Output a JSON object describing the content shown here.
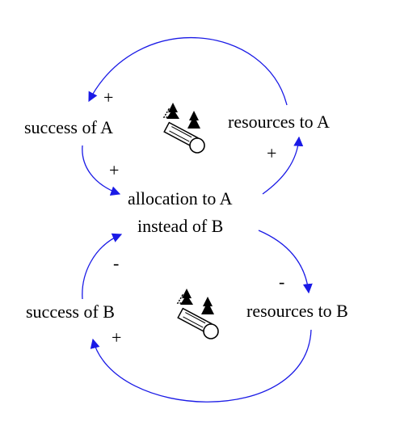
{
  "colors": {
    "link": "#1a1ae6",
    "text": "#000000",
    "background": "#ffffff"
  },
  "nodes": {
    "success_a": "success of A",
    "resources_a": "resources to A",
    "allocation_line1": "allocation to A",
    "allocation_line2": "instead of B",
    "success_b": "success of B",
    "resources_b": "resources to B"
  },
  "polarities": {
    "resources_a_to_success_a": "+",
    "success_a_to_allocation": "+",
    "allocation_to_resources_a": "+",
    "allocation_to_resources_b": "-",
    "success_b_to_allocation": "-",
    "resources_b_to_success_b": "+"
  },
  "loop_icons": {
    "top": "balance-scale-trees-icon",
    "bottom": "balance-scale-trees-icon"
  }
}
